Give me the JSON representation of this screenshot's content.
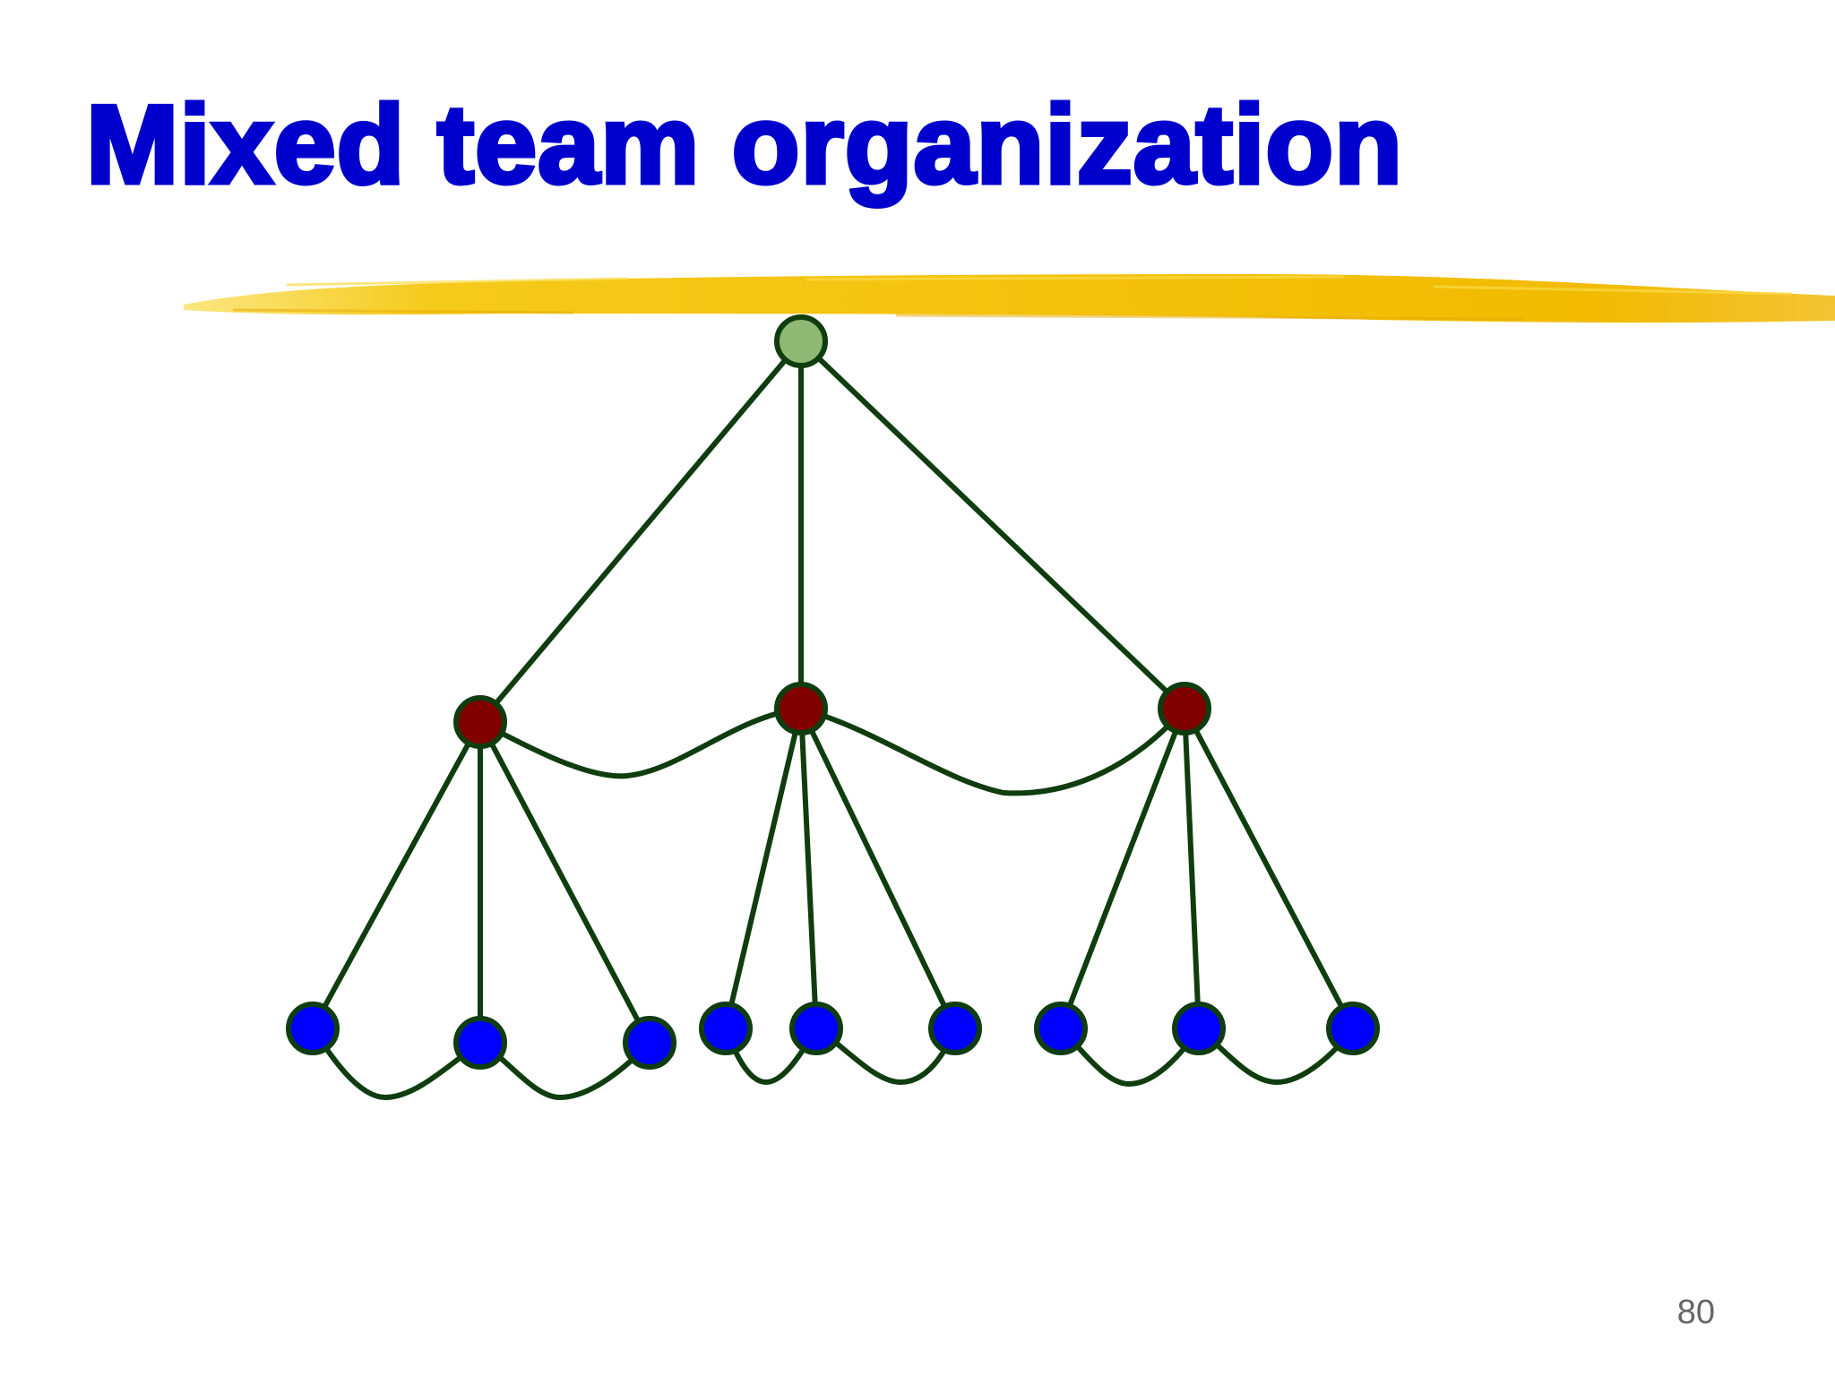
{
  "slide": {
    "title": "Mixed team organization",
    "page_number": "80"
  },
  "colors": {
    "title": "#0000cc",
    "highlighter": "#f5c000",
    "edge": "#0f3d0f",
    "root_node": "#8fb874",
    "leader_node": "#800000",
    "member_node": "#0000ff",
    "node_outline": "#0f3d0f"
  },
  "diagram": {
    "root": {
      "id": "root",
      "role": "root"
    },
    "leaders": [
      {
        "id": "L1",
        "role": "leader"
      },
      {
        "id": "L2",
        "role": "leader"
      },
      {
        "id": "L3",
        "role": "leader"
      }
    ],
    "members": [
      {
        "id": "M1",
        "role": "member"
      },
      {
        "id": "M2",
        "role": "member"
      },
      {
        "id": "M3",
        "role": "member"
      },
      {
        "id": "M4",
        "role": "member"
      },
      {
        "id": "M5",
        "role": "member"
      },
      {
        "id": "M6",
        "role": "member"
      },
      {
        "id": "M7",
        "role": "member"
      },
      {
        "id": "M8",
        "role": "member"
      },
      {
        "id": "M9",
        "role": "member"
      }
    ],
    "hierarchy_edges": [
      [
        "root",
        "L1"
      ],
      [
        "root",
        "L2"
      ],
      [
        "root",
        "L3"
      ],
      [
        "L1",
        "M1"
      ],
      [
        "L1",
        "M2"
      ],
      [
        "L1",
        "M3"
      ],
      [
        "L2",
        "M4"
      ],
      [
        "L2",
        "M5"
      ],
      [
        "L2",
        "M6"
      ],
      [
        "L3",
        "M7"
      ],
      [
        "L3",
        "M8"
      ],
      [
        "L3",
        "M9"
      ]
    ],
    "peer_links": [
      [
        "L1",
        "L2"
      ],
      [
        "L2",
        "L3"
      ],
      [
        "M1",
        "M2"
      ],
      [
        "M2",
        "M3"
      ],
      [
        "M4",
        "M5"
      ],
      [
        "M5",
        "M6"
      ],
      [
        "M7",
        "M8"
      ],
      [
        "M8",
        "M9"
      ]
    ]
  }
}
